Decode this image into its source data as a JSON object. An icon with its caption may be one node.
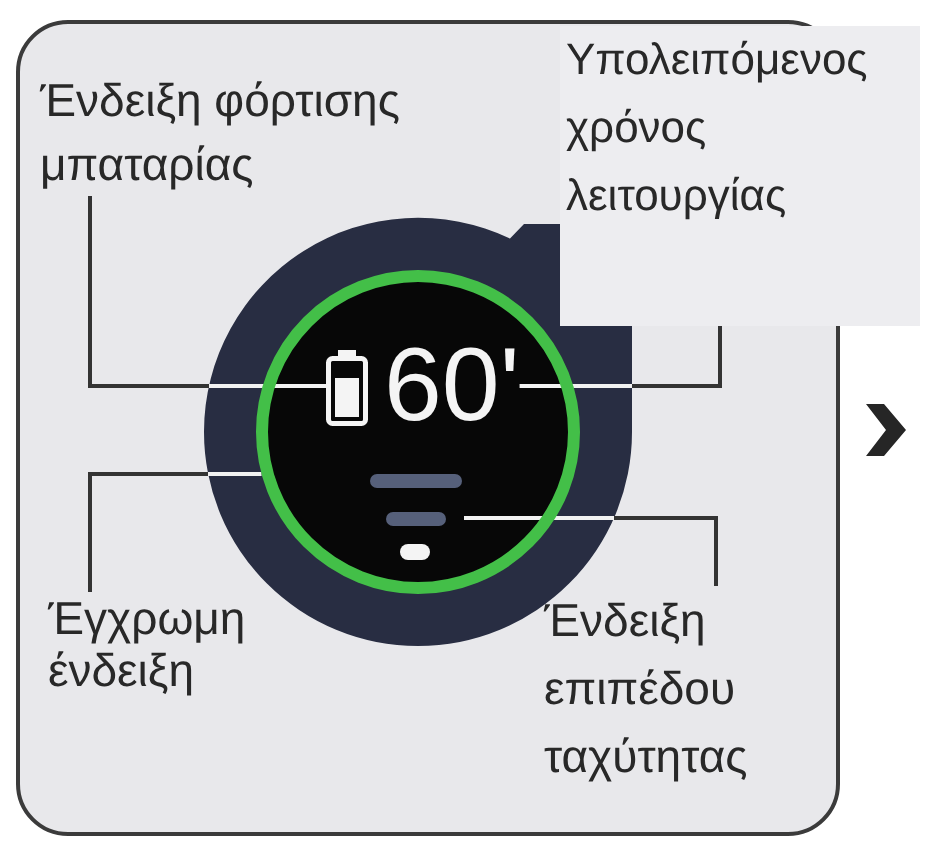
{
  "diagram": {
    "nodes": [
      {
        "text": [
          "Ένδειξη φόρτισης μπαταρίας"
        ]
      },
      {
        "text": [
          "Υπολειπόμενος χρόνος λειτουργίας"
        ]
      },
      {
        "text": [],
        "shape": "circle"
      },
      {
        "text": [],
        "shape": "battery",
        "in": 2
      },
      {
        "text": [
          "60'"
        ],
        "in": 2
      },
      {
        "text": [],
        "shape": "bar",
        "in": 2
      },
      {
        "text": [
          "Έγχρωμη ένδειξη"
        ]
      },
      {
        "text": [
          "Ένδειξη επιπέδου ταχύτητας"
        ]
      }
    ],
    "edges": [
      {
        "from": 0,
        "to": 3,
        "arrow": "none"
      },
      {
        "from": 1,
        "to": 4,
        "arrow": "none"
      },
      {
        "from": 6,
        "to": 2,
        "arrow": "none"
      },
      {
        "from": 7,
        "to": 5,
        "arrow": "none"
      }
    ]
  }
}
